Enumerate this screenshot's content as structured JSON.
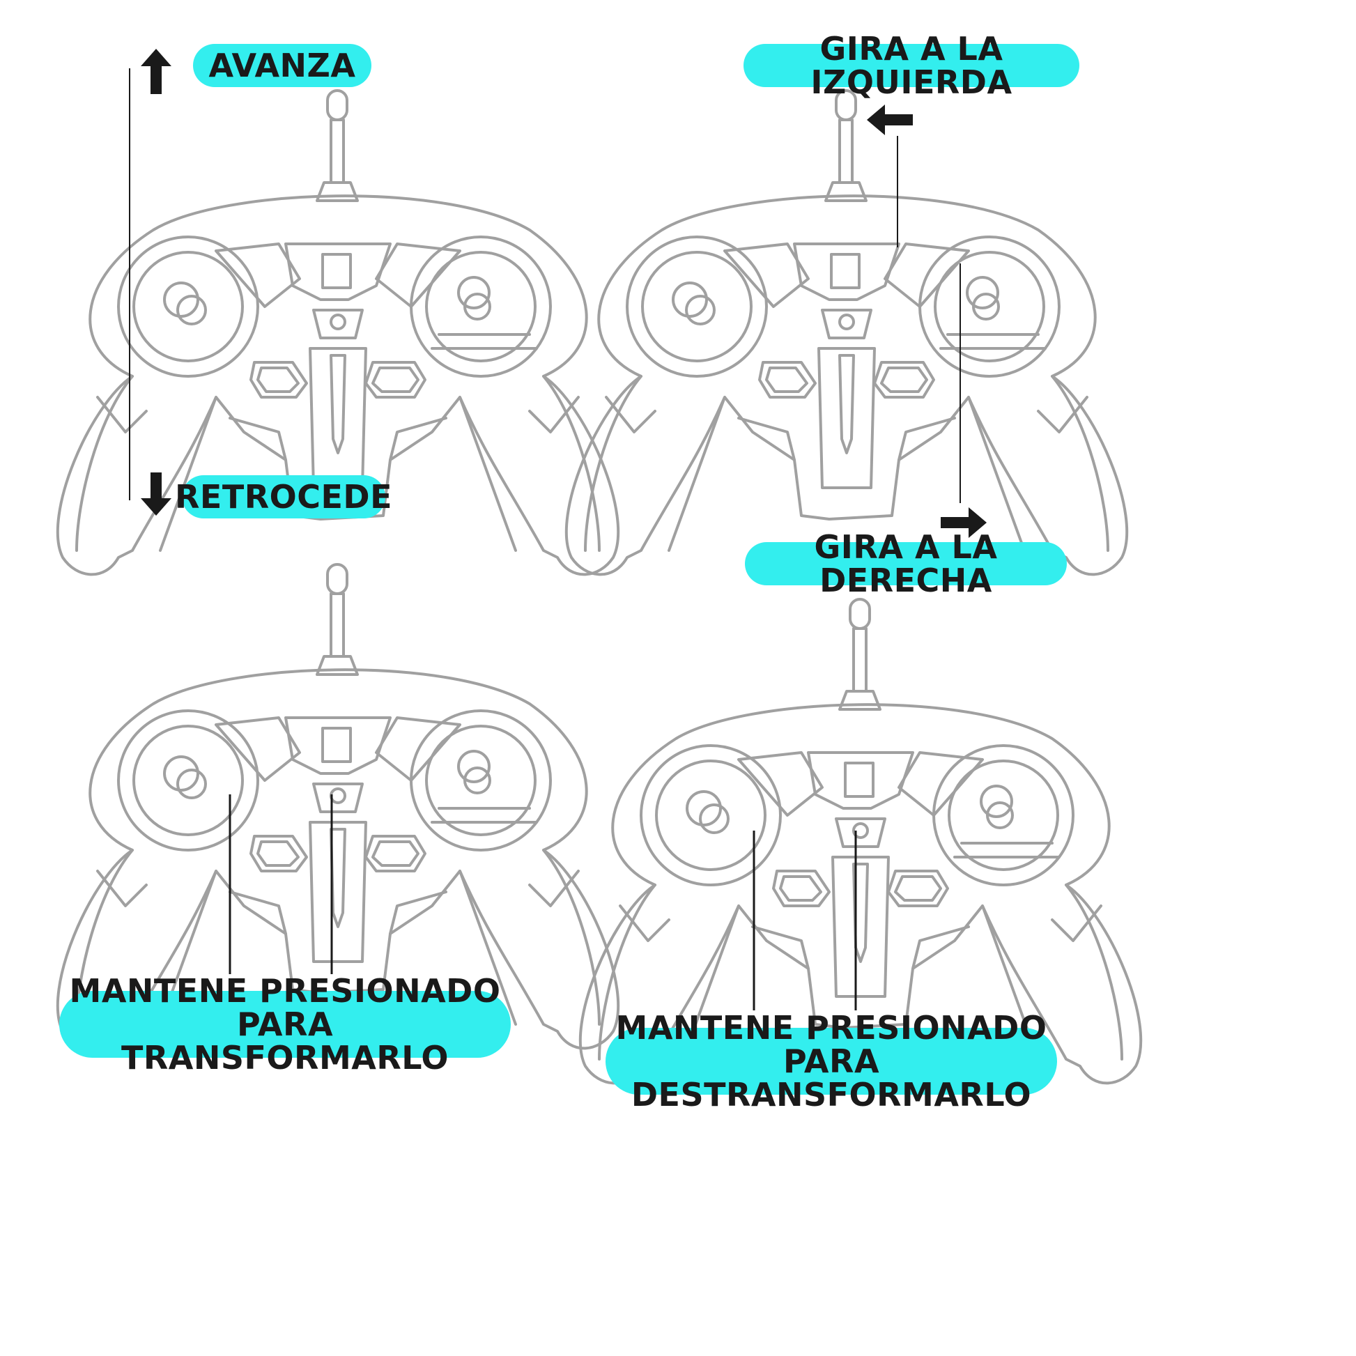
{
  "labels": {
    "forward": "AVANZA",
    "backward": "RETROCEDE",
    "turn_left": "GIRA A LA IZQUIERDA",
    "turn_right": "GIRA A LA DERECHA",
    "transform_line1": "MANTENE PRESIONADO PARA",
    "transform_line2": "TRANSFORMARLO",
    "untransform_line1": "MANTENE PRESIONADO PARA",
    "untransform_line2": "DESTRANSFORMARLO"
  },
  "colors": {
    "label_bg": "#33eeee",
    "controller_stroke": "#a0a0a0",
    "arrow": "#1a1a1a"
  },
  "icons": [
    "up-arrow-icon",
    "down-arrow-icon",
    "left-arrow-icon",
    "right-arrow-icon",
    "rc-controller-icon"
  ]
}
